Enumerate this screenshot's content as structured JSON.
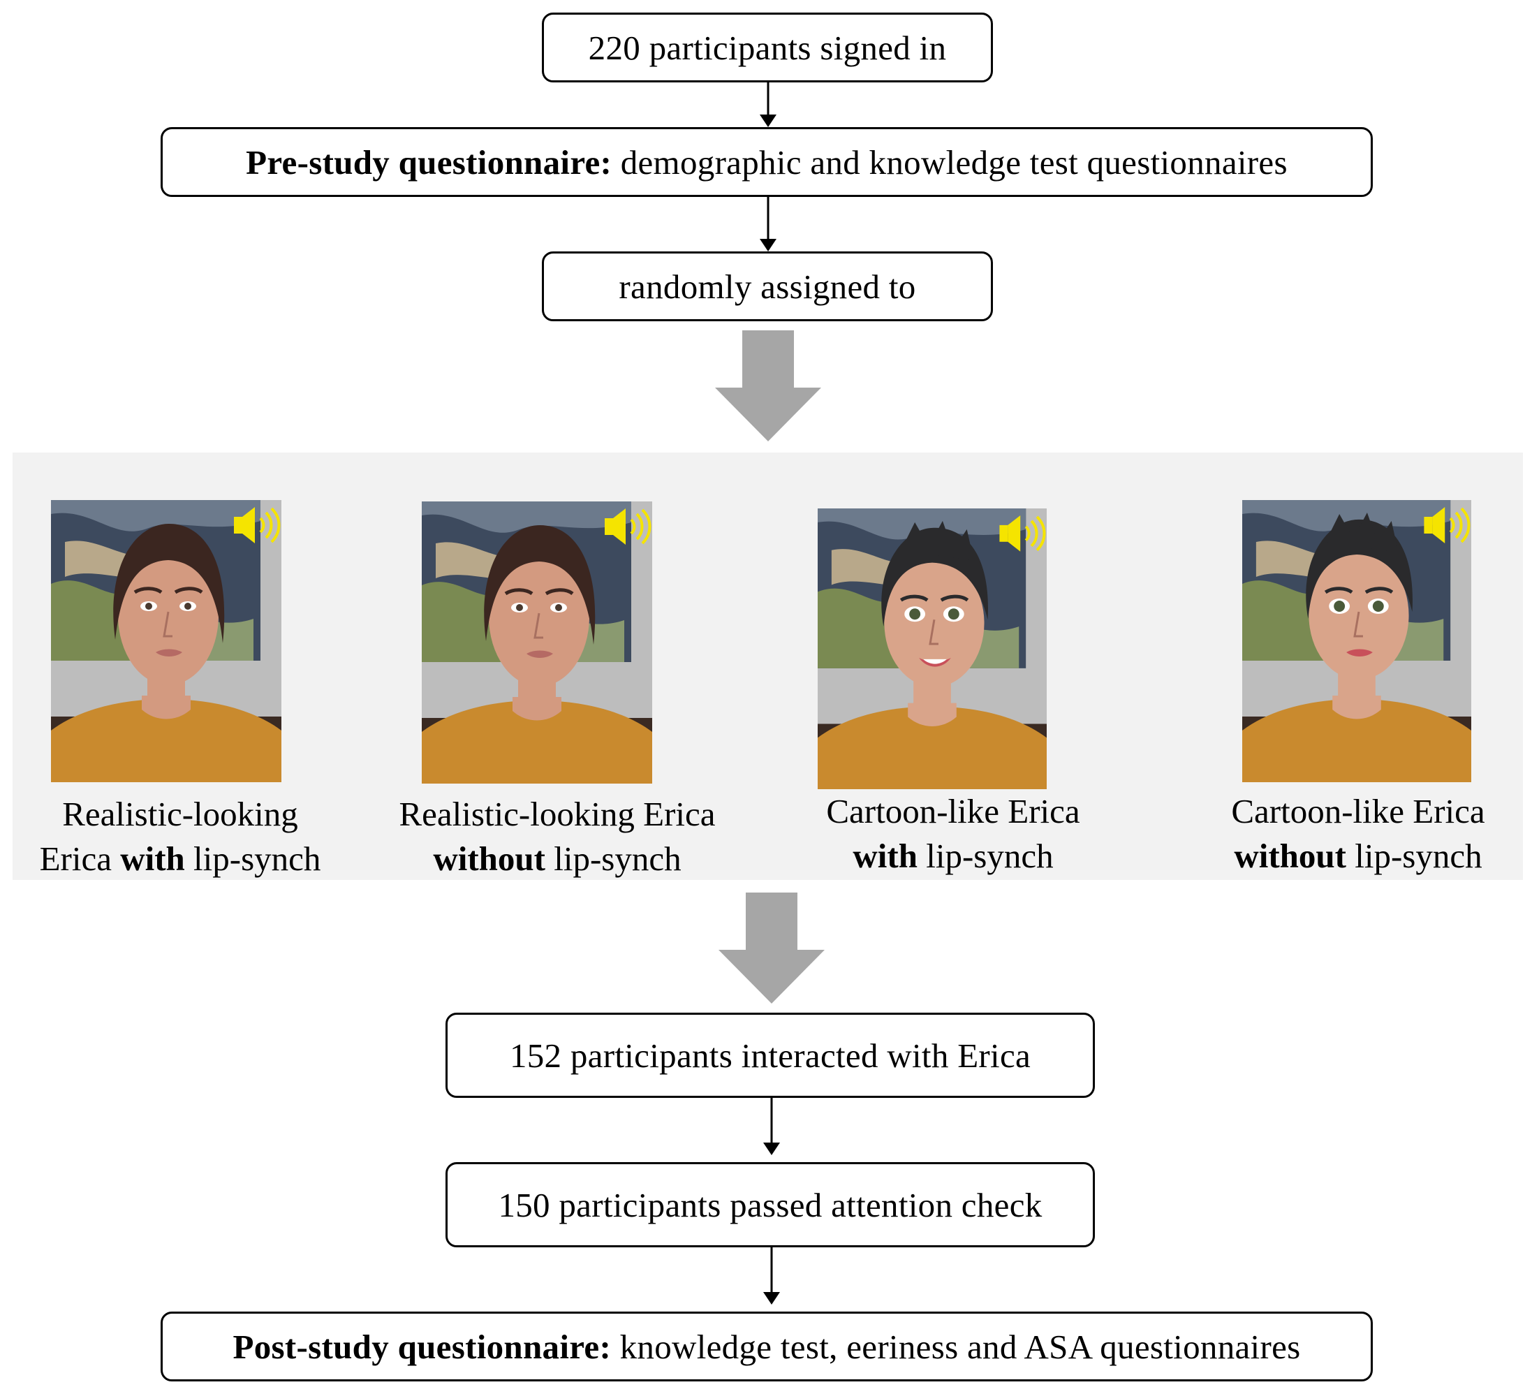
{
  "steps": {
    "signed_in": "220 participants signed in",
    "pre_study": {
      "bold": "Pre-study questionnaire:",
      "rest": " demographic and knowledge test questionnaires"
    },
    "assigned": "randomly assigned to",
    "interacted": "152 participants interacted with Erica",
    "passed": "150 participants passed attention check",
    "post_study": {
      "bold": "Post-study questionnaire:",
      "rest": " knowledge test, eeriness and ASA questionnaires"
    }
  },
  "conditions": [
    {
      "line1": "Realistic-looking",
      "line2_pre": "Erica ",
      "line2_bold": "with",
      "line2_post": " lip-synch"
    },
    {
      "line1": "Realistic-looking Erica",
      "line2_pre": "",
      "line2_bold": "without",
      "line2_post": " lip-synch"
    },
    {
      "line1": "Cartoon-like Erica",
      "line2_pre": "",
      "line2_bold": "with",
      "line2_post": " lip-synch"
    },
    {
      "line1": "Cartoon-like Erica",
      "line2_pre": "",
      "line2_bold": "without",
      "line2_post": " lip-synch"
    }
  ],
  "colors": {
    "big_arrow": "#a6a6a6",
    "panel_bg": "#f2f2f2",
    "speaker": "#f5e400",
    "shirt": "#c98a2e",
    "wall": "#bdbdbd"
  },
  "icons": [
    "speaker-icon"
  ]
}
